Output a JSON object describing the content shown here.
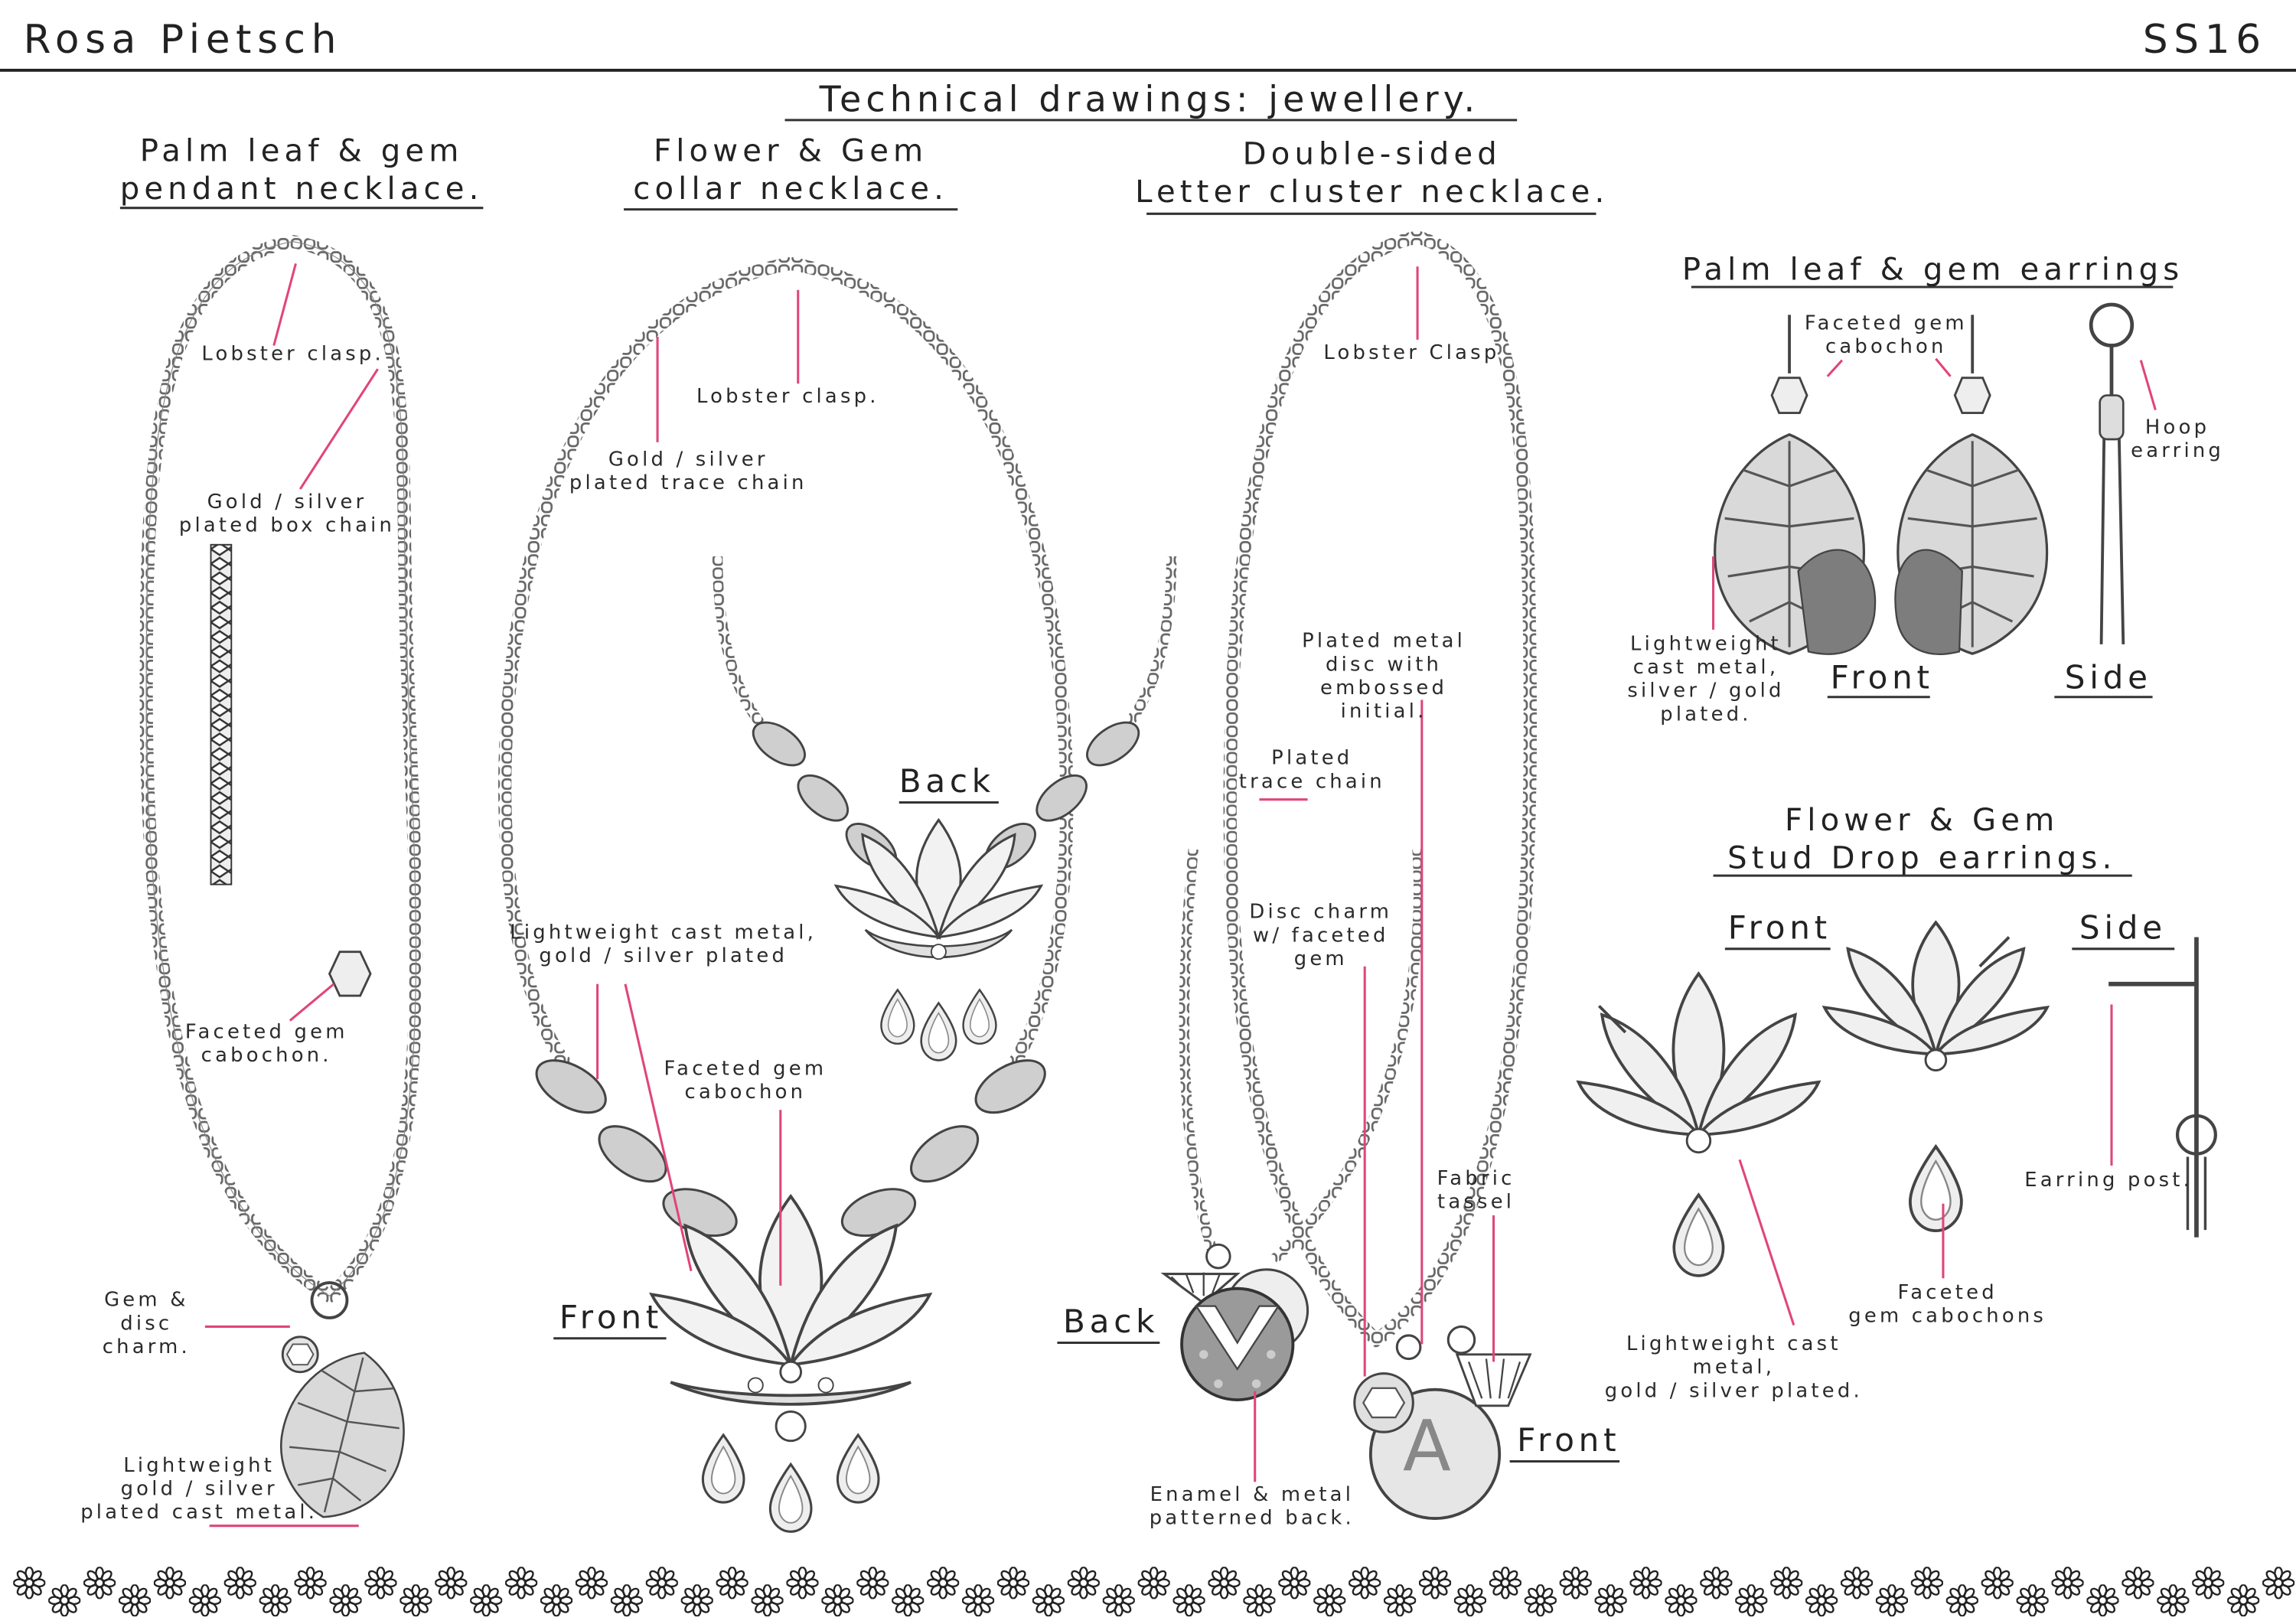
{
  "header": {
    "designer": "Rosa Pietsch",
    "season": "SS16",
    "title": "Technical drawings: jewellery."
  },
  "pieces": {
    "palm_necklace": {
      "title": "Palm leaf & gem\npendant necklace.",
      "labels": [
        "Lobster clasp.",
        "Gold / silver\nplated box chain",
        "Faceted gem\ncabochon.",
        "Gem & disc\ncharm.",
        "Lightweight\ngold / silver\nplated cast metal."
      ]
    },
    "flower_necklace": {
      "title": "Flower & Gem\ncollar necklace.",
      "labels": [
        "Lobster clasp.",
        "Gold / silver\nplated trace chain",
        "Lightweight cast metal,\ngold / silver plated",
        "Faceted gem\ncabochon"
      ],
      "views": [
        "Back",
        "Front"
      ]
    },
    "letter_necklace": {
      "title": "Double-sided\nLetter cluster necklace.",
      "labels": [
        "Lobster Clasp",
        "Plated metal\ndisc with\nembossed initial.",
        "Plated\ntrace chain",
        "Disc charm\nw/ faceted\ngem",
        "Fabric\ntassel",
        "Enamel & metal\npatterned back."
      ],
      "views": [
        "Back",
        "Front"
      ],
      "initial": "A"
    },
    "palm_earrings": {
      "title": "Palm leaf & gem earrings",
      "labels": [
        "Faceted gem\ncabochon",
        "Hoop\nearring",
        "Lightweight\ncast metal,\nsilver / gold\nplated."
      ],
      "views": [
        "Front",
        "Side"
      ]
    },
    "flower_earrings": {
      "title": "Flower & Gem\nStud Drop earrings.",
      "labels": [
        "Earring post.",
        "Faceted\ngem cabochons",
        "Lightweight cast metal,\ngold / silver plated."
      ],
      "views": [
        "Front",
        "Side"
      ]
    }
  },
  "colors": {
    "leader": "#e0457b",
    "metal": "#c9c9c9",
    "outline": "#4a4a4a",
    "enamel": "#9a9a9a"
  }
}
